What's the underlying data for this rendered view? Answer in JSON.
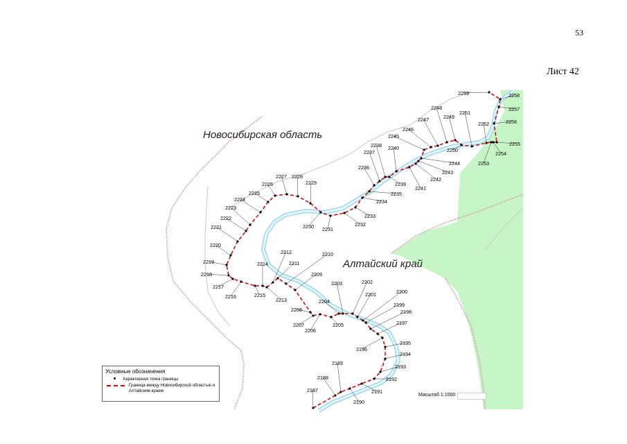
{
  "page_number": "53",
  "sheet": "Лист 42",
  "regions": {
    "north": "Новосибирская область",
    "south": "Алтайский край"
  },
  "legend": {
    "title": "Условные обозначения",
    "point": "Характерная точка границы",
    "line": "Граница между Новосибирской областью и Алтайским краем"
  },
  "scale": "Масштаб 1:1000",
  "colors": {
    "boundary": "#cc1111",
    "river": "#bfe6f2",
    "forest": "#c8f5c8",
    "road": "#c9a9a9"
  },
  "points": [
    {
      "id": "2187"
    },
    {
      "id": "2188"
    },
    {
      "id": "2189"
    },
    {
      "id": "2190"
    },
    {
      "id": "2191"
    },
    {
      "id": "2192"
    },
    {
      "id": "2193"
    },
    {
      "id": "2194"
    },
    {
      "id": "2195"
    },
    {
      "id": "2196"
    },
    {
      "id": "2197"
    },
    {
      "id": "2198"
    },
    {
      "id": "2199"
    },
    {
      "id": "2200"
    },
    {
      "id": "2201"
    },
    {
      "id": "2202"
    },
    {
      "id": "2203"
    },
    {
      "id": "2204"
    },
    {
      "id": "2205"
    },
    {
      "id": "2206"
    },
    {
      "id": "2207"
    },
    {
      "id": "2208"
    },
    {
      "id": "2209"
    },
    {
      "id": "2210"
    },
    {
      "id": "2211"
    },
    {
      "id": "2212"
    },
    {
      "id": "2213"
    },
    {
      "id": "2214"
    },
    {
      "id": "2215"
    },
    {
      "id": "2216"
    },
    {
      "id": "2217"
    },
    {
      "id": "2218"
    },
    {
      "id": "2219"
    },
    {
      "id": "2220"
    },
    {
      "id": "2221"
    },
    {
      "id": "2222"
    },
    {
      "id": "2223"
    },
    {
      "id": "2224"
    },
    {
      "id": "2225"
    },
    {
      "id": "2226"
    },
    {
      "id": "2227"
    },
    {
      "id": "2228"
    },
    {
      "id": "2229"
    },
    {
      "id": "2230"
    },
    {
      "id": "2231"
    },
    {
      "id": "2232"
    },
    {
      "id": "2233"
    },
    {
      "id": "2234"
    },
    {
      "id": "2235"
    },
    {
      "id": "2236"
    },
    {
      "id": "2237"
    },
    {
      "id": "2238"
    },
    {
      "id": "2239"
    },
    {
      "id": "2240"
    },
    {
      "id": "2241"
    },
    {
      "id": "2242"
    },
    {
      "id": "2243"
    },
    {
      "id": "2244"
    },
    {
      "id": "2245"
    },
    {
      "id": "2246"
    },
    {
      "id": "2247"
    },
    {
      "id": "2248"
    },
    {
      "id": "2249"
    },
    {
      "id": "2250"
    },
    {
      "id": "2251"
    },
    {
      "id": "2252"
    },
    {
      "id": "2253"
    },
    {
      "id": "2254"
    },
    {
      "id": "2255"
    },
    {
      "id": "2256"
    },
    {
      "id": "2257"
    },
    {
      "id": "2258"
    },
    {
      "id": "2259"
    }
  ]
}
